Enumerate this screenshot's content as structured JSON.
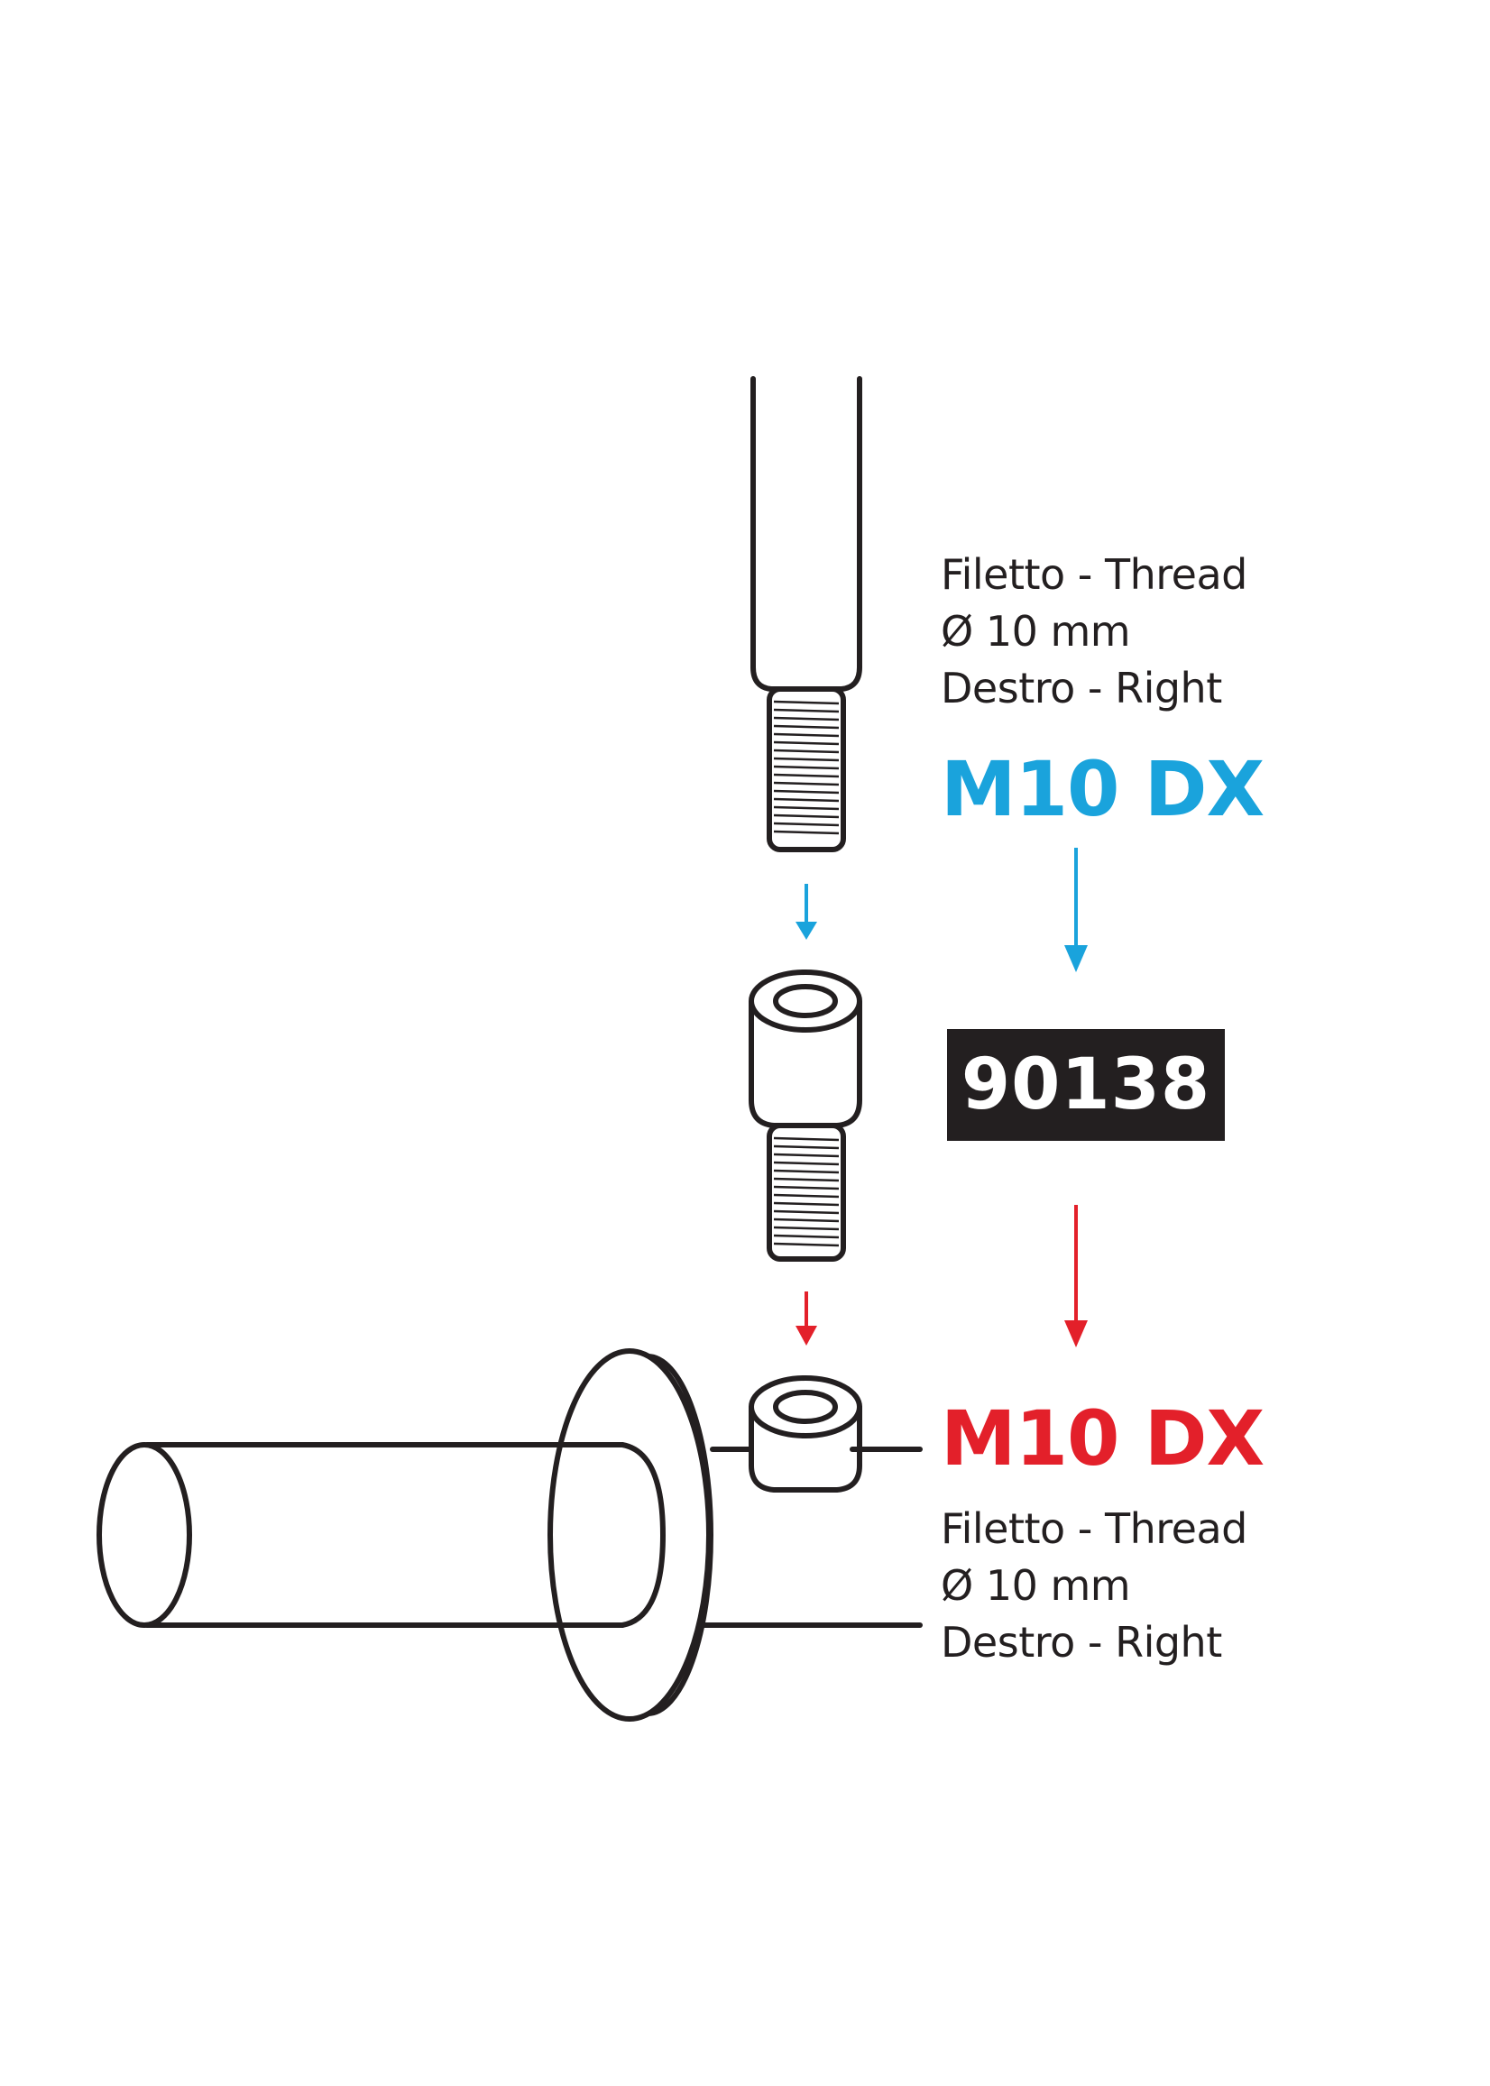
{
  "colors": {
    "line": "#231f20",
    "thread_blue": "#1aa3dc",
    "thread_red": "#e3202a",
    "box_fill": "#231f20",
    "box_text": "#ffffff"
  },
  "top_spec": {
    "line1": "Filetto - Thread",
    "line2": "Ø 10 mm",
    "line3": "Destro - Right",
    "code": "M10 DX"
  },
  "adapter": {
    "part_number": "90138"
  },
  "bottom_spec": {
    "code": "M10 DX",
    "line1": "Filetto - Thread",
    "line2": "Ø 10 mm",
    "line3": "Destro - Right"
  },
  "icons": {
    "arrow_blue": "arrow-down-icon",
    "arrow_red": "arrow-down-icon"
  }
}
